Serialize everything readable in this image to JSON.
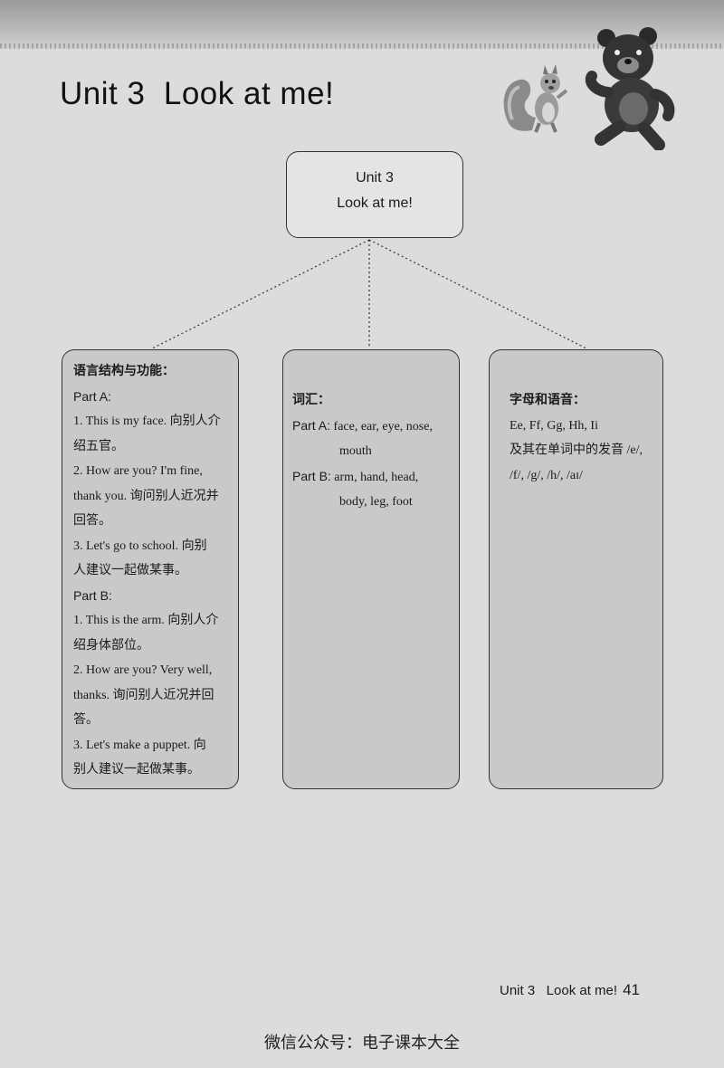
{
  "page": {
    "title": "Unit 3  Look at me!",
    "root_box": {
      "line1": "Unit 3",
      "line2": "Look at me!"
    },
    "left_box": {
      "heading": "语言结构与功能：",
      "lines": [
        "Part A:",
        "1. This is my face. 向别人介",
        "绍五官。",
        "2.  How are you? I'm fine,",
        "thank you. 询问别人近况并",
        "回答。",
        "3.  Let's go to school. 向别",
        "人建议一起做某事。",
        "Part B:",
        "1. This is the arm. 向别人介",
        "绍身体部位。",
        "2.  How are you? Very well,",
        "thanks. 询问别人近况并回",
        "答。",
        "3.  Let's make a puppet. 向",
        "别人建议一起做某事。"
      ]
    },
    "mid_box": {
      "heading": "词汇：",
      "part_a_label": "Part A:",
      "part_a_words_1": "face, ear, eye, nose,",
      "part_a_words_2": "mouth",
      "part_b_label": "Part B:",
      "part_b_words_1": "arm, hand, head,",
      "part_b_words_2": "body, leg, foot"
    },
    "right_box": {
      "heading": "字母和语音：",
      "line1": "Ee, Ff, Gg, Hh, Ii",
      "line2": "及其在单词中的发音 /e/,",
      "line3": "/f/, /g/, /h/, /aɪ/"
    },
    "footer": {
      "running_head": "Unit 3   Look at me!",
      "page_number": "41",
      "watermark": "微信公众号：电子课本大全"
    }
  },
  "illustrations": [
    "squirrel-illustration",
    "bear-illustration"
  ]
}
